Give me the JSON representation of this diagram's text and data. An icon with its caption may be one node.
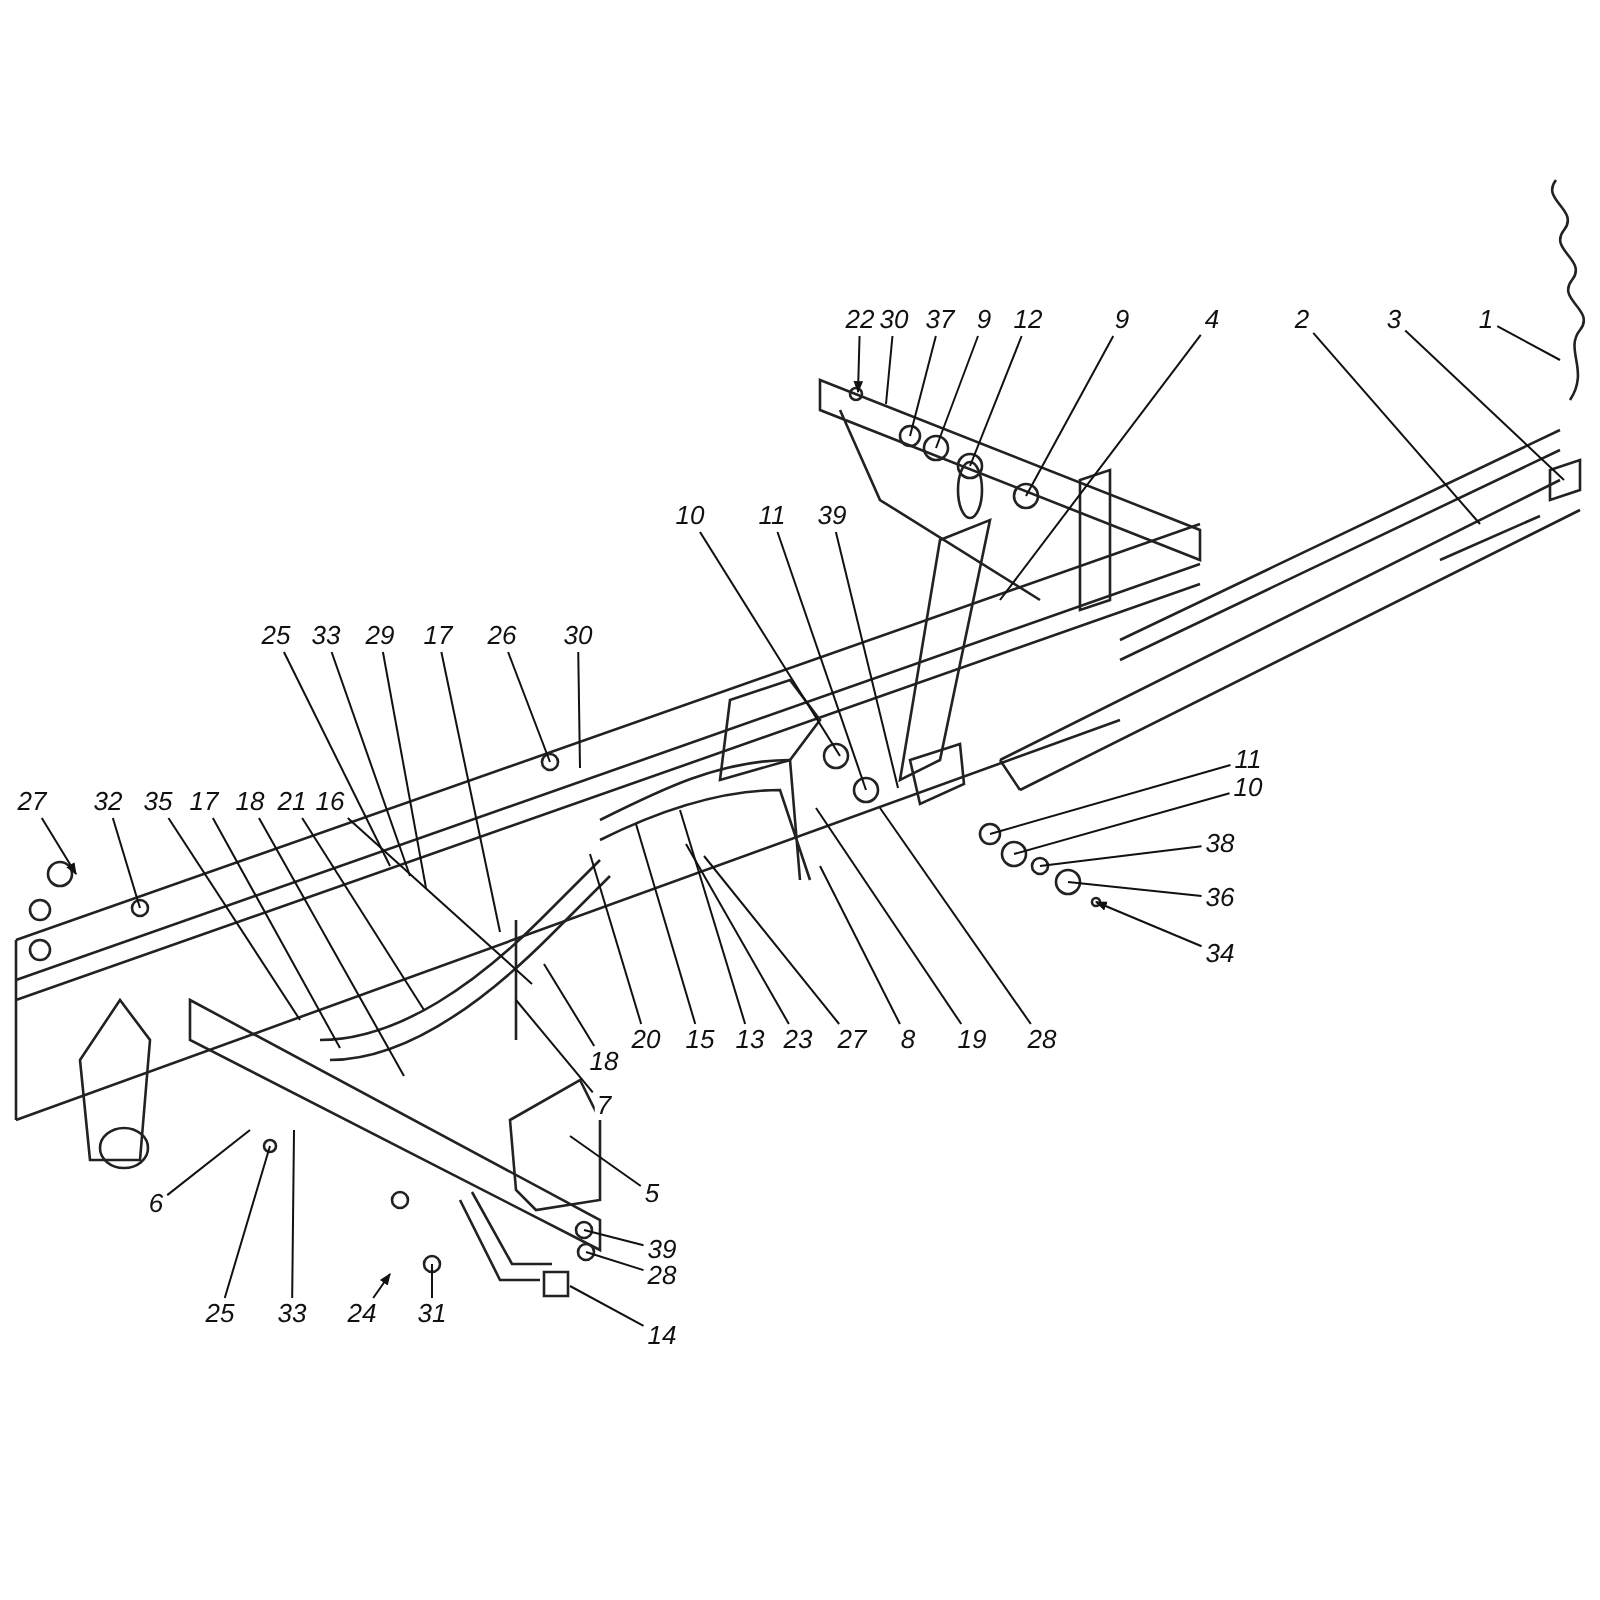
{
  "diagram": {
    "nodes": [
      {
        "text": [
          "22"
        ]
      },
      {
        "text": [
          "30"
        ]
      },
      {
        "text": [
          "37"
        ]
      },
      {
        "text": [
          "9"
        ]
      },
      {
        "text": [
          "12"
        ]
      },
      {
        "text": [
          "9"
        ]
      },
      {
        "text": [
          "4"
        ]
      },
      {
        "text": [
          "2"
        ]
      },
      {
        "text": [
          "3"
        ]
      },
      {
        "text": [
          "1"
        ]
      },
      {
        "text": [
          "10"
        ]
      },
      {
        "text": [
          "11"
        ]
      },
      {
        "text": [
          "39"
        ]
      },
      {
        "text": [
          "25"
        ]
      },
      {
        "text": [
          "33"
        ]
      },
      {
        "text": [
          "29"
        ]
      },
      {
        "text": [
          "17"
        ]
      },
      {
        "text": [
          "26"
        ]
      },
      {
        "text": [
          "30"
        ]
      },
      {
        "text": [
          "27"
        ]
      },
      {
        "text": [
          "32"
        ]
      },
      {
        "text": [
          "35"
        ]
      },
      {
        "text": [
          "17"
        ]
      },
      {
        "text": [
          "18"
        ]
      },
      {
        "text": [
          "21"
        ]
      },
      {
        "text": [
          "16"
        ]
      },
      {
        "text": [
          "11"
        ]
      },
      {
        "text": [
          "10"
        ]
      },
      {
        "text": [
          "38"
        ]
      },
      {
        "text": [
          "36"
        ]
      },
      {
        "text": [
          "34"
        ]
      },
      {
        "text": [
          "20"
        ]
      },
      {
        "text": [
          "15"
        ]
      },
      {
        "text": [
          "13"
        ]
      },
      {
        "text": [
          "23"
        ]
      },
      {
        "text": [
          "27"
        ]
      },
      {
        "text": [
          "8"
        ]
      },
      {
        "text": [
          "19"
        ]
      },
      {
        "text": [
          "28"
        ]
      },
      {
        "text": [
          "18"
        ]
      },
      {
        "text": [
          "7"
        ]
      },
      {
        "text": [
          "5"
        ]
      },
      {
        "text": [
          "39"
        ]
      },
      {
        "text": [
          "28"
        ]
      },
      {
        "text": [
          "14"
        ]
      },
      {
        "text": [
          "6"
        ]
      },
      {
        "text": [
          "25"
        ]
      },
      {
        "text": [
          "33"
        ]
      },
      {
        "text": [
          "24"
        ]
      },
      {
        "text": [
          "31"
        ]
      }
    ],
    "edges": [
      {
        "from": 0,
        "to": null,
        "arrow": "to"
      },
      {
        "from": 1,
        "to": null,
        "arrow": "none"
      },
      {
        "from": 2,
        "to": null,
        "arrow": "none"
      },
      {
        "from": 3,
        "to": null,
        "arrow": "none"
      },
      {
        "from": 4,
        "to": null,
        "arrow": "none"
      },
      {
        "from": 5,
        "to": null,
        "arrow": "none"
      },
      {
        "from": 6,
        "to": null,
        "arrow": "none"
      },
      {
        "from": 7,
        "to": null,
        "arrow": "none"
      },
      {
        "from": 8,
        "to": null,
        "arrow": "none"
      },
      {
        "from": 9,
        "to": null,
        "arrow": "none"
      },
      {
        "from": 10,
        "to": null,
        "arrow": "none"
      },
      {
        "from": 11,
        "to": null,
        "arrow": "none"
      },
      {
        "from": 12,
        "to": null,
        "arrow": "none"
      },
      {
        "from": 13,
        "to": null,
        "arrow": "none"
      },
      {
        "from": 14,
        "to": null,
        "arrow": "none"
      },
      {
        "from": 15,
        "to": null,
        "arrow": "none"
      },
      {
        "from": 16,
        "to": null,
        "arrow": "none"
      },
      {
        "from": 17,
        "to": null,
        "arrow": "none"
      },
      {
        "from": 18,
        "to": null,
        "arrow": "none"
      },
      {
        "from": 19,
        "to": null,
        "arrow": "to"
      },
      {
        "from": 20,
        "to": null,
        "arrow": "none"
      },
      {
        "from": 21,
        "to": null,
        "arrow": "none"
      },
      {
        "from": 22,
        "to": null,
        "arrow": "none"
      },
      {
        "from": 23,
        "to": null,
        "arrow": "none"
      },
      {
        "from": 24,
        "to": null,
        "arrow": "none"
      },
      {
        "from": 25,
        "to": null,
        "arrow": "none"
      },
      {
        "from": 26,
        "to": null,
        "arrow": "none"
      },
      {
        "from": 27,
        "to": null,
        "arrow": "none"
      },
      {
        "from": 28,
        "to": null,
        "arrow": "none"
      },
      {
        "from": 29,
        "to": null,
        "arrow": "none"
      },
      {
        "from": 30,
        "to": null,
        "arrow": "to"
      },
      {
        "from": 31,
        "to": null,
        "arrow": "none"
      },
      {
        "from": 32,
        "to": null,
        "arrow": "none"
      },
      {
        "from": 33,
        "to": null,
        "arrow": "none"
      },
      {
        "from": 34,
        "to": null,
        "arrow": "none"
      },
      {
        "from": 35,
        "to": null,
        "arrow": "none"
      },
      {
        "from": 36,
        "to": null,
        "arrow": "none"
      },
      {
        "from": 37,
        "to": null,
        "arrow": "none"
      },
      {
        "from": 38,
        "to": null,
        "arrow": "none"
      },
      {
        "from": 39,
        "to": null,
        "arrow": "none"
      },
      {
        "from": 40,
        "to": null,
        "arrow": "none"
      },
      {
        "from": 41,
        "to": null,
        "arrow": "none"
      },
      {
        "from": 42,
        "to": null,
        "arrow": "none"
      },
      {
        "from": 43,
        "to": null,
        "arrow": "none"
      },
      {
        "from": 44,
        "to": null,
        "arrow": "none"
      },
      {
        "from": 45,
        "to": null,
        "arrow": "none"
      },
      {
        "from": 46,
        "to": null,
        "arrow": "none"
      },
      {
        "from": 47,
        "to": null,
        "arrow": "none"
      },
      {
        "from": 48,
        "to": null,
        "arrow": "to"
      },
      {
        "from": 49,
        "to": null,
        "arrow": "none"
      }
    ]
  }
}
